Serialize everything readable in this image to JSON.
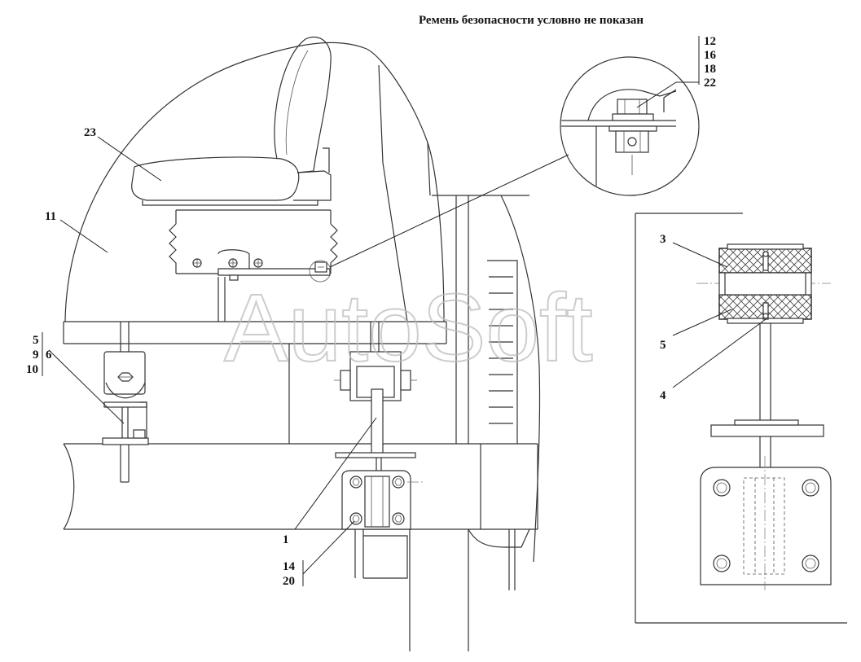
{
  "title": "Ремень безопасности условно не показан",
  "watermark": "AutoSoft",
  "callouts": {
    "c1": "1",
    "c3": "3",
    "c4": "4",
    "c5_right": "5",
    "c5_left": "5",
    "c9": "9",
    "c6": "6",
    "c10": "10",
    "c11": "11",
    "c23": "23",
    "c12": "12",
    "c16": "16",
    "c18": "18",
    "c22": "22",
    "c14": "14",
    "c20": "20"
  }
}
